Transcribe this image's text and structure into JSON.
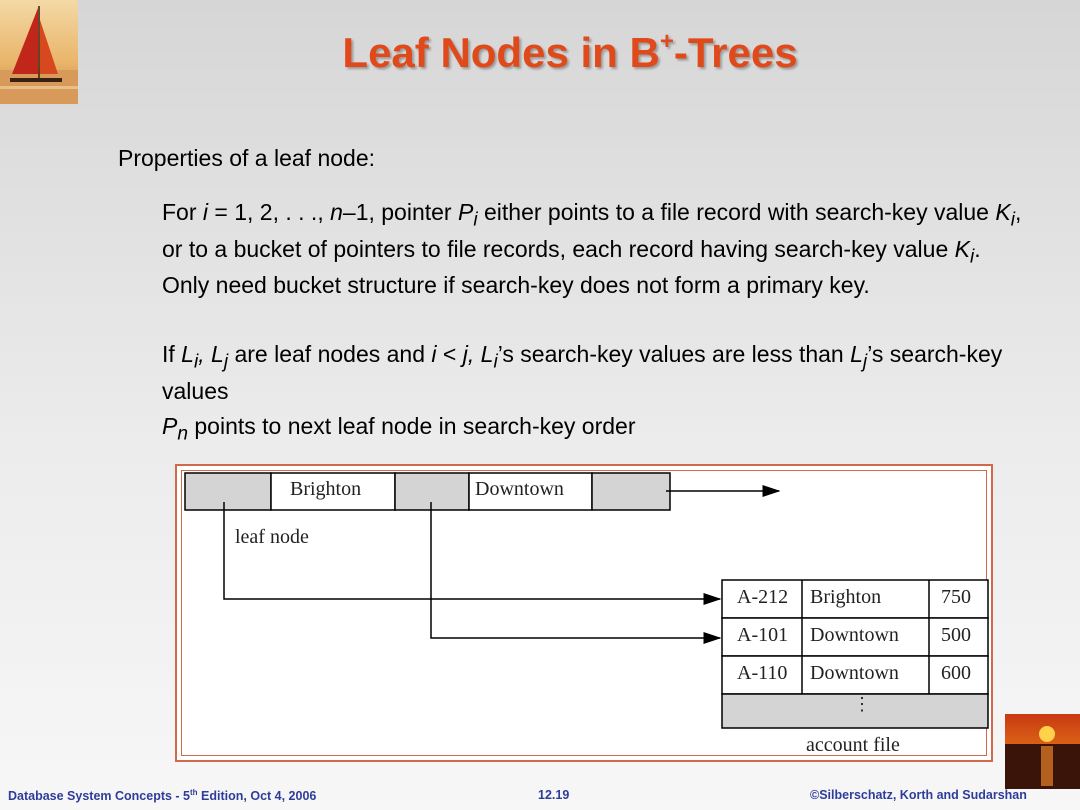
{
  "slide": {
    "title_pre": "Leaf Nodes in B",
    "title_sup": "+",
    "title_post": "-Trees",
    "intro": "Properties of a leaf node:"
  },
  "diagram": {
    "leaf_cells": [
      "",
      "Brighton",
      "",
      "Downtown",
      ""
    ],
    "leaf_label": "leaf node",
    "records": [
      {
        "account": "A-212",
        "branch": "Brighton",
        "balance": "750"
      },
      {
        "account": "A-101",
        "branch": "Downtown",
        "balance": "500"
      },
      {
        "account": "A-110",
        "branch": "Downtown",
        "balance": "600"
      }
    ],
    "ellipsis": "⋮",
    "file_label": "account file"
  },
  "footer": {
    "left_pre": "Database System Concepts - 5",
    "left_sup": "th",
    "left_post": " Edition, Oct 4, 2006",
    "center": "12.19",
    "right": "©Silberschatz, Korth and Sudarshan"
  },
  "colors": {
    "title": "#e0491a",
    "footer": "#2e3d9a",
    "frame": "#d2694a"
  },
  "icons": [
    "sailboat-logo",
    "sunset-logo"
  ]
}
